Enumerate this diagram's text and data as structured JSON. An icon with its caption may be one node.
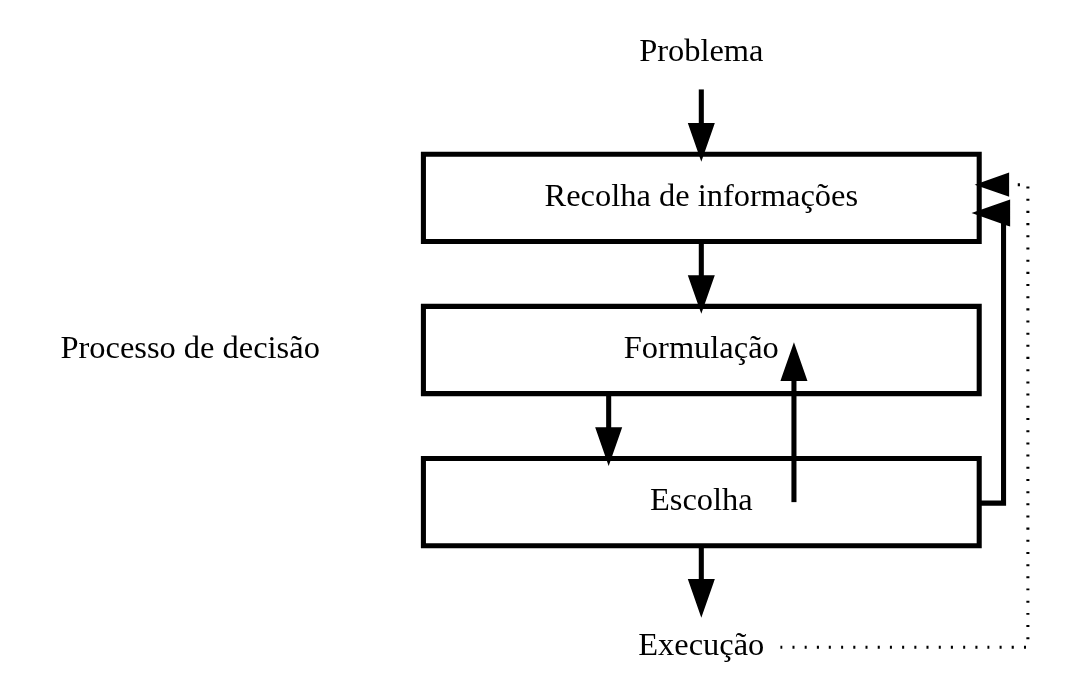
{
  "diagram": {
    "nodes": [
      {
        "text": [
          "Problema"
        ]
      },
      {
        "text": [
          "Recolha de informações"
        ]
      },
      {
        "text": [
          "Formulação"
        ]
      },
      {
        "text": [
          "Escolha"
        ]
      },
      {
        "text": [
          "Execução"
        ]
      }
    ],
    "edges": [
      {
        "from": 0,
        "to": 1,
        "arrow": "to"
      },
      {
        "from": 1,
        "to": 2,
        "arrow": "to"
      },
      {
        "from": 2,
        "to": 3,
        "arrow": "to"
      },
      {
        "from": 3,
        "to": 4,
        "arrow": "to"
      },
      {
        "from": 3,
        "to": 1,
        "arrow": "to"
      },
      {
        "from": 3,
        "to": 2,
        "arrow": "to"
      },
      {
        "from": 4,
        "to": 1,
        "arrow": "to",
        "style": "dashed"
      }
    ],
    "labels": [
      "Processo de decisão"
    ]
  }
}
